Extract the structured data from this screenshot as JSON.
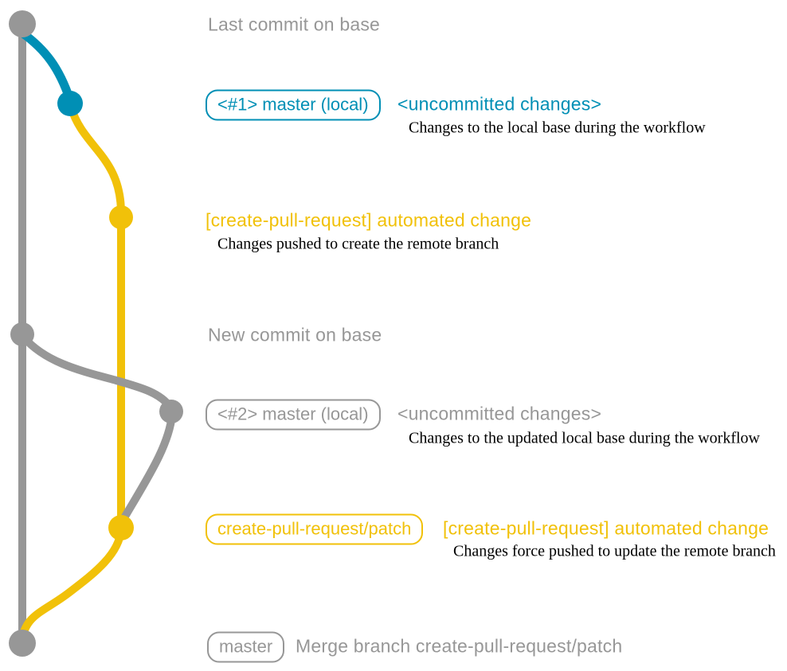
{
  "colors": {
    "gray": "#979797",
    "blue": "#008fb5",
    "yellow": "#f1c109",
    "detail_text": "#000000",
    "background": "#ffffff"
  },
  "graph": {
    "type": "git-graph",
    "branches": [
      {
        "name": "base",
        "color": "gray"
      },
      {
        "name": "master (local)",
        "color": "blue"
      },
      {
        "name": "create-pull-request/patch",
        "color": "yellow"
      }
    ],
    "commits": [
      {
        "id": "base-start",
        "branch": "base",
        "color": "gray",
        "annotation": "Last commit on base"
      },
      {
        "id": "local-uncommitted-1",
        "branch": "master (local)",
        "color": "blue",
        "annotation": "<#1> master (local) / <uncommitted changes>"
      },
      {
        "id": "patch-commit-1",
        "branch": "create-pull-request/patch",
        "color": "yellow",
        "annotation": "[create-pull-request] automated change"
      },
      {
        "id": "base-new",
        "branch": "base",
        "color": "gray",
        "annotation": "New commit on base"
      },
      {
        "id": "local-uncommitted-2",
        "branch": "master (local)",
        "color": "gray",
        "annotation": "<#2> master (local) / <uncommitted changes>"
      },
      {
        "id": "patch-commit-2",
        "branch": "create-pull-request/patch",
        "color": "yellow",
        "annotation": "create-pull-request/patch / [create-pull-request] automated change"
      },
      {
        "id": "merge-commit",
        "branch": "base",
        "color": "gray",
        "annotation": "master / Merge branch create-pull-request/patch"
      }
    ]
  },
  "annotations": {
    "last_commit": "Last commit on base",
    "commit1_label": "<#1> master (local)",
    "commit1_message": "<uncommitted changes>",
    "commit1_detail": "Changes to the local base during the workflow",
    "commit2_message": "[create-pull-request] automated change",
    "commit2_detail": "Changes pushed to create the remote branch",
    "new_commit": "New commit on base",
    "commit3_label": "<#2> master (local)",
    "commit3_message": "<uncommitted changes>",
    "commit3_detail": "Changes to the updated local base during the workflow",
    "commit4_label": "create-pull-request/patch",
    "commit4_message": "[create-pull-request] automated change",
    "commit4_detail": "Changes force pushed to update the remote branch",
    "merge_label": "master",
    "merge_message": "Merge branch create-pull-request/patch"
  }
}
